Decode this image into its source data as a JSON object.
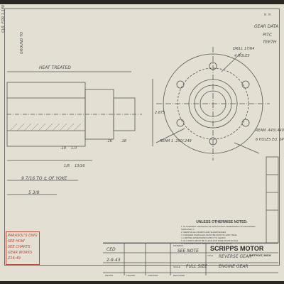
{
  "drawing": {
    "corner_mark": "N N",
    "top_labels": {
      "gear_data": "GEAR DATA",
      "pitch": "PITC",
      "teeth": "TEETH"
    },
    "left_vertical_dims": [
      "CLR. FOR 1.180",
      "GROUND TO"
    ],
    "heat_treated": "HEAT TREATED",
    "dims_center": [
      ".16",
      ".18",
      "2.875",
      ".19",
      "1.0"
    ],
    "annotation_hole": "DRILL 17/64",
    "holes": "4 HOLES",
    "ream_left": "REAM 1 .250/.249",
    "ream_right": "REAM .443/.440",
    "holes_right": "6 HOLES EQ. SP",
    "bottom_dims": {
      "nine_to": "9 7/16 TO ⊄ OF YOKE",
      "five": "5 3/8",
      "fraction_a": "1/8",
      "fraction_b": "13/16"
    },
    "left_notes": [
      "PARASOL'S DWG",
      "SEE HOW",
      "SEE CHARTS",
      "GEAR WORKS",
      "Z16-49"
    ]
  },
  "notes": {
    "title": "UNLESS OTHERWISE NOTED:",
    "lines": [
      "1. ALLOWABLE VARIATION OF FRACTIONAL DIMENSIONS ON MACHINED SURFACES ±.",
      "2. REMOVE ALL BURRS AND SHARP EDGES.",
      "3. FINISHED SURFACES MUST BE SMOOTH AND TRUE.",
      "4. LIMITING DIMENSIONS APPLY TO GEARS.",
      "5. ALL PARTS MUST BE CLEAN AND FREE FROM SCALE.",
      "6. SURFACES MUST BE PROTECTED FROM RUST."
    ]
  },
  "title_block": {
    "company": "SCRIPPS MOTOR",
    "city": "DETROIT, MICH",
    "material_label": "MATERIAL",
    "material_value": "SEE NOTE",
    "title_label": "TITLE",
    "title_value_1": "REVERSE GEAR",
    "title_value_2": "ENGINE GEAR",
    "initials": "CED",
    "date": "2-9-43",
    "scale_label": "SCALE",
    "scale_value": "FULL SIZE",
    "cols": [
      "DRAWN",
      "TRACED",
      "CHECKED",
      "RELEASED"
    ]
  }
}
